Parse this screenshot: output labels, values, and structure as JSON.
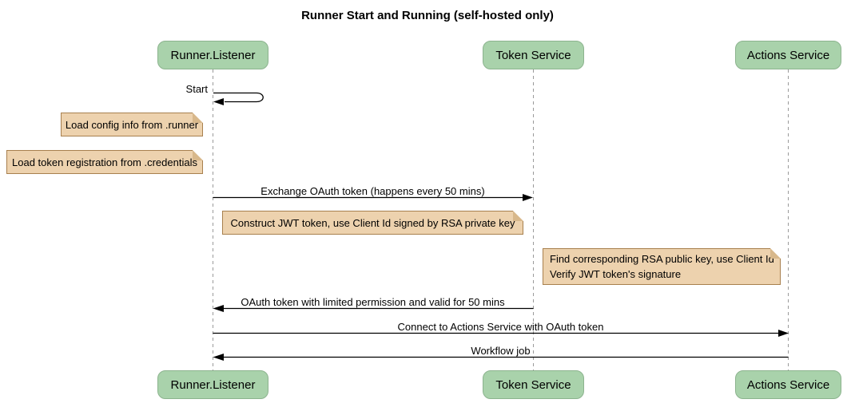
{
  "title": "Runner Start and Running (self-hosted only)",
  "participants": [
    {
      "name": "Runner.Listener"
    },
    {
      "name": "Token Service"
    },
    {
      "name": "Actions Service"
    }
  ],
  "messages": [
    {
      "label": "Start",
      "from": "Runner.Listener",
      "to": "Runner.Listener",
      "type": "self"
    },
    {
      "label": "Exchange OAuth token (happens every 50 mins)",
      "from": "Runner.Listener",
      "to": "Token Service",
      "type": "solid"
    },
    {
      "label": "OAuth token with limited permission and valid for 50 mins",
      "from": "Token Service",
      "to": "Runner.Listener",
      "type": "solid"
    },
    {
      "label": "Connect to Actions Service with OAuth token",
      "from": "Runner.Listener",
      "to": "Actions Service",
      "type": "solid"
    },
    {
      "label": "Workflow job",
      "from": "Actions Service",
      "to": "Runner.Listener",
      "type": "solid"
    }
  ],
  "notes": [
    {
      "text": "Load config info from .runner",
      "anchor": "Runner.Listener"
    },
    {
      "text": "Load token registration from .credentials",
      "anchor": "Runner.Listener"
    },
    {
      "text": "Construct JWT token, use Client Id signed by RSA private key",
      "anchor": "Token Service"
    },
    {
      "lines": [
        "Find corresponding RSA public key, use Client Id",
        "Verify JWT token's signature"
      ],
      "anchor": "Actions Service"
    }
  ],
  "colors": {
    "participant_fill": "#A9D2AB",
    "participant_border": "#8CB38E",
    "note_fill": "#EDD2AE",
    "note_border": "#A8804E",
    "note_fold": "#D8B88B",
    "lifeline": "#9A9A9A",
    "arrow": "#000000",
    "background": "#FFFFFF"
  }
}
